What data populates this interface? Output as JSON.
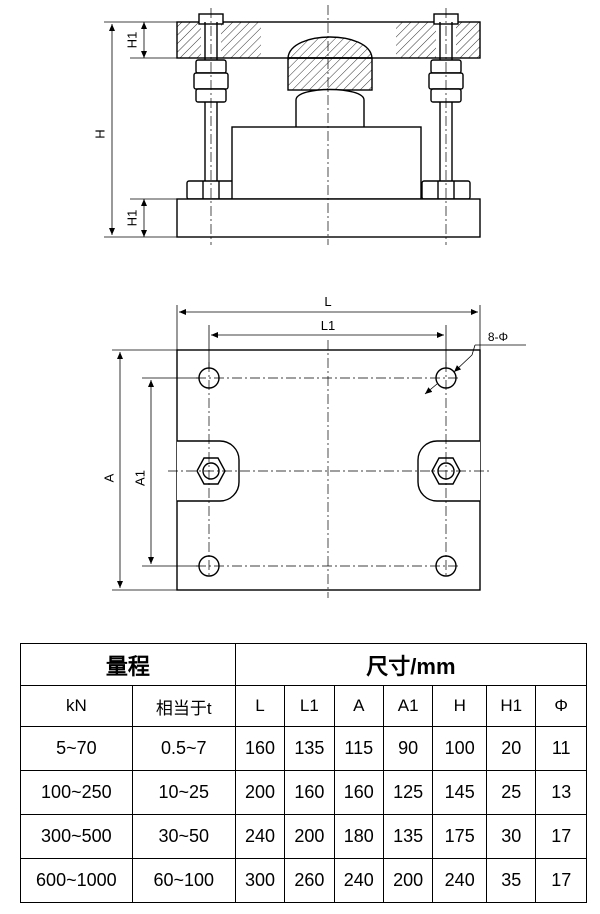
{
  "drawing": {
    "front_view": {
      "labels": {
        "overall_height": "H",
        "top_plate_thickness": "H1",
        "bottom_plate_thickness": "H1"
      }
    },
    "top_view": {
      "labels": {
        "length": "L",
        "hole_spacing_length": "L1",
        "width": "A",
        "hole_spacing_width": "A1",
        "holes": "8-Φ"
      }
    }
  },
  "table": {
    "group_headers": {
      "range": "量程",
      "dimensions": "尺寸/mm"
    },
    "columns": [
      "kN",
      "相当于t",
      "L",
      "L1",
      "A",
      "A1",
      "H",
      "H1",
      "Φ"
    ],
    "rows": [
      [
        "5~70",
        "0.5~7",
        "160",
        "135",
        "115",
        "90",
        "100",
        "20",
        "11"
      ],
      [
        "100~250",
        "10~25",
        "200",
        "160",
        "160",
        "125",
        "145",
        "25",
        "13"
      ],
      [
        "300~500",
        "30~50",
        "240",
        "200",
        "180",
        "135",
        "175",
        "30",
        "17"
      ],
      [
        "600~1000",
        "60~100",
        "300",
        "260",
        "240",
        "200",
        "240",
        "35",
        "17"
      ]
    ]
  }
}
